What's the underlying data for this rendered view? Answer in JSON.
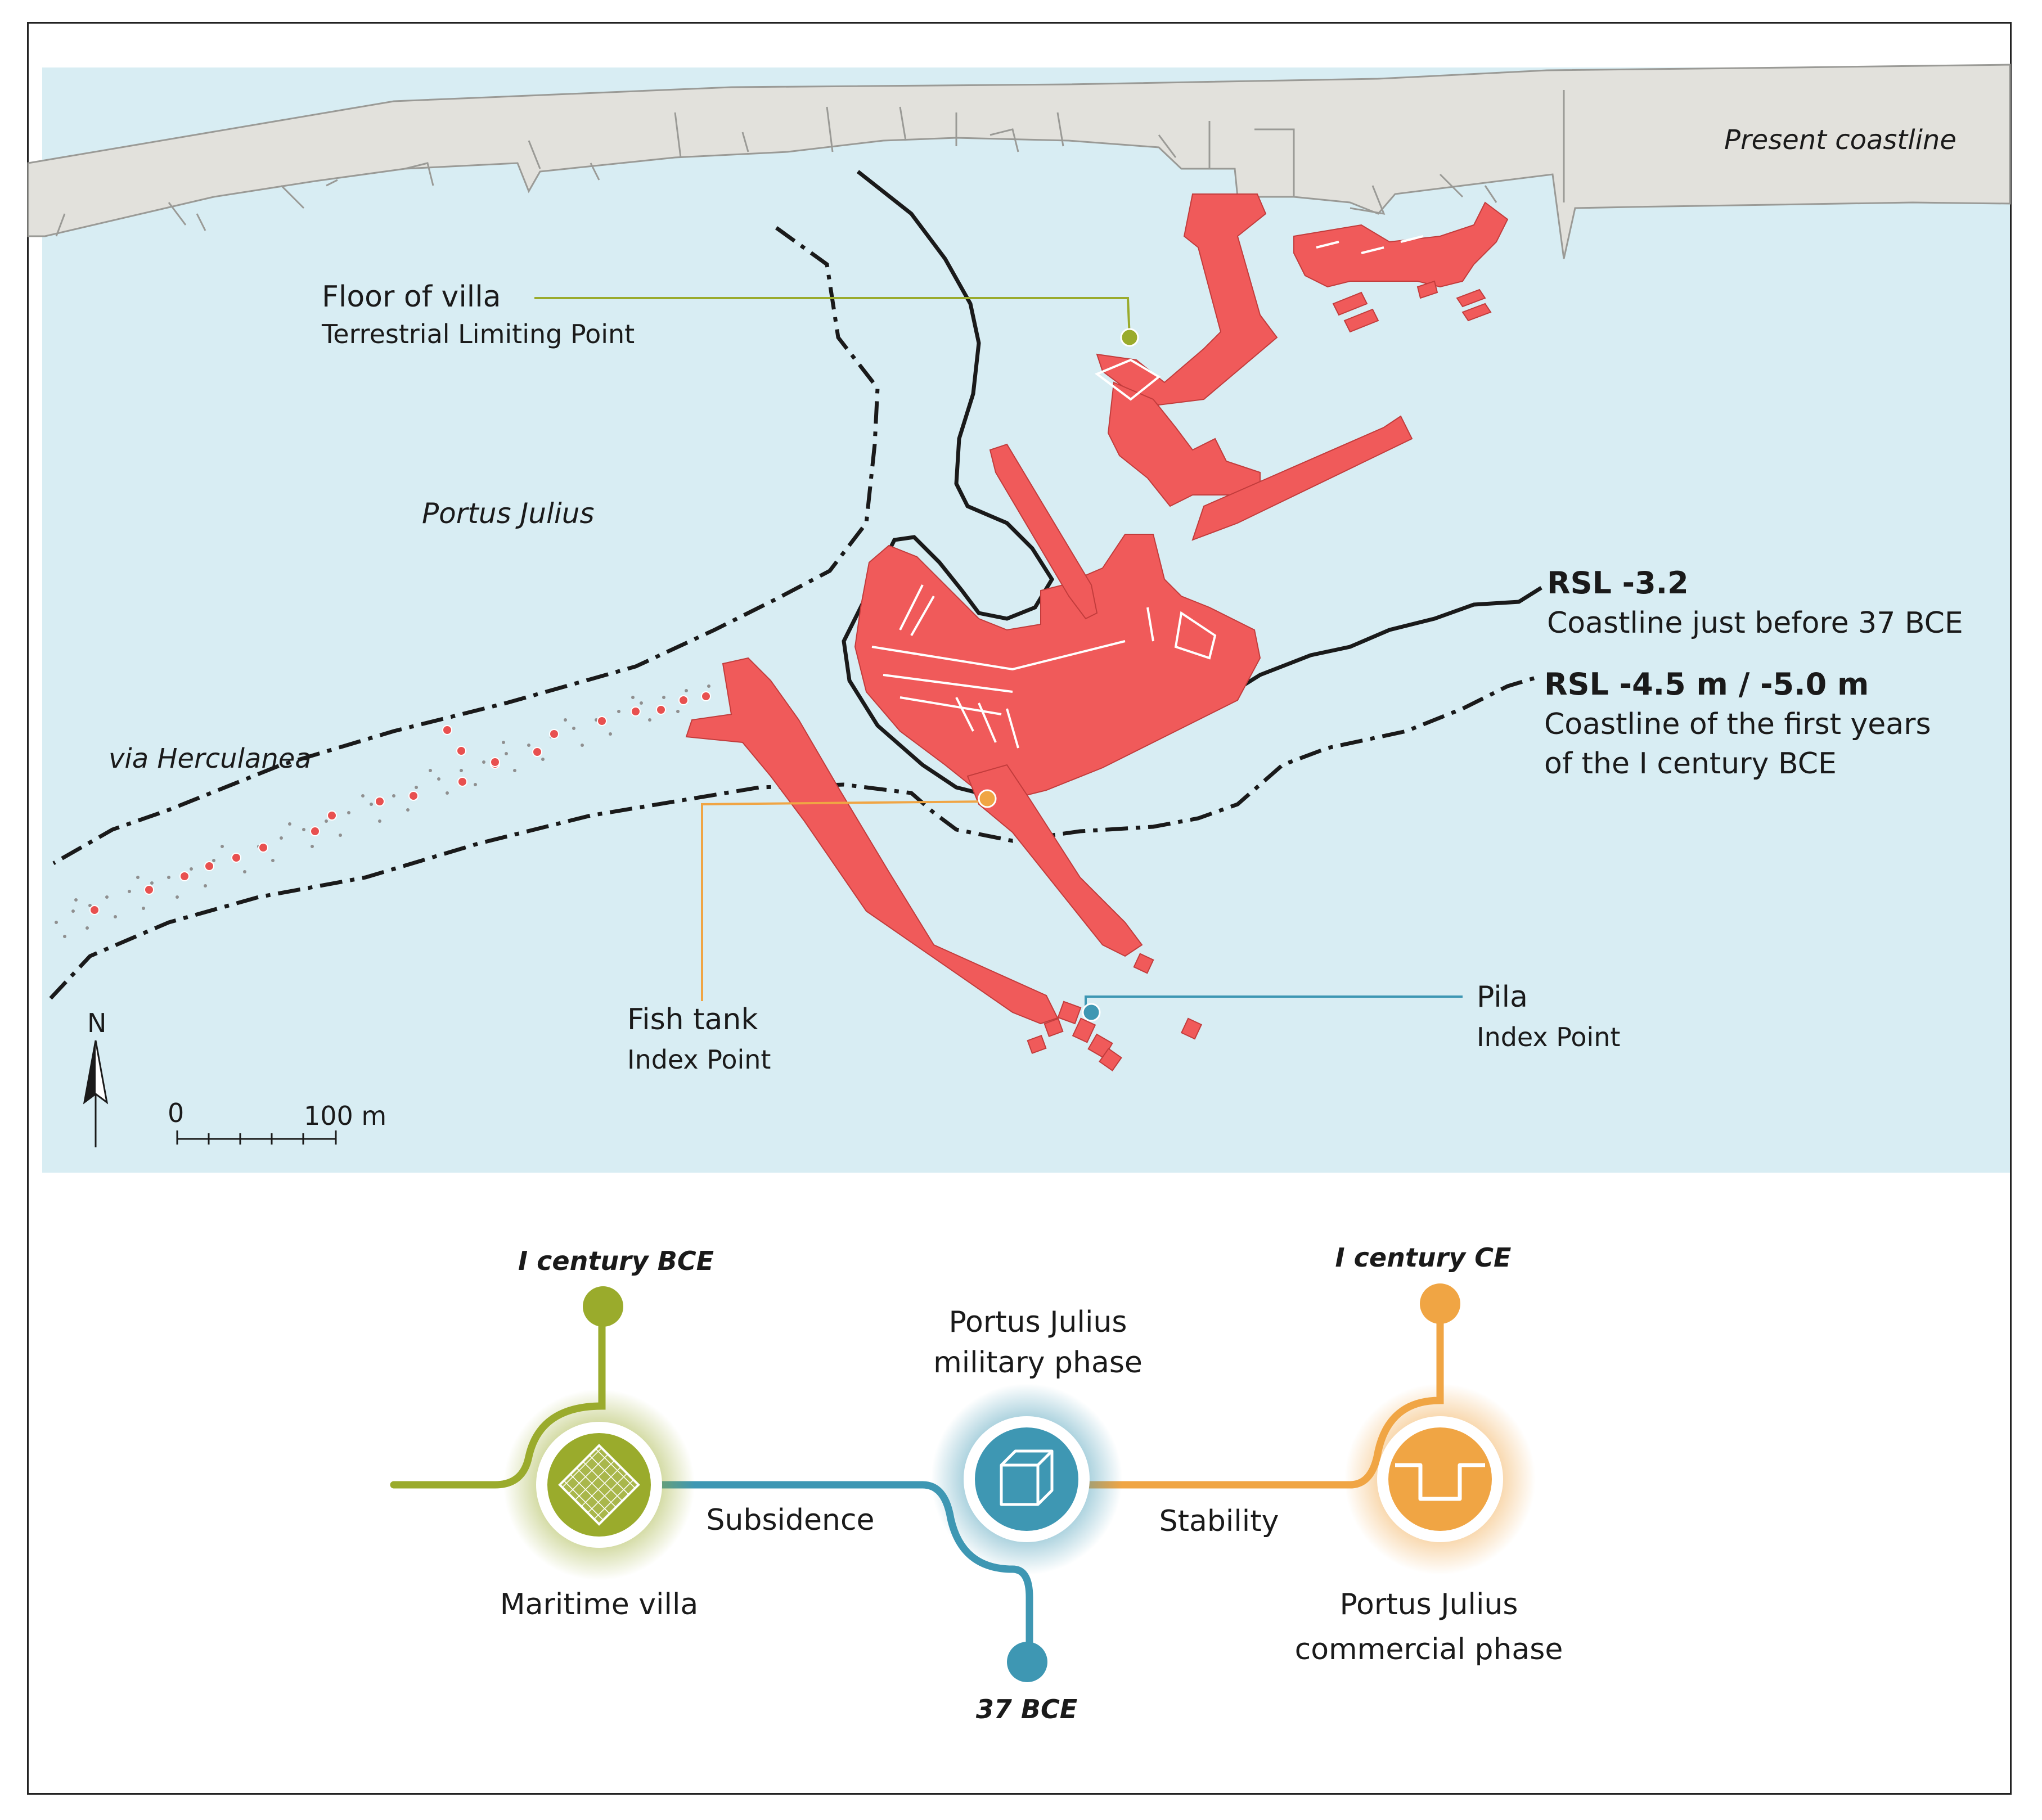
{
  "map": {
    "present_coastline": "Present coastline",
    "portus_julius": "Portus Julius",
    "via_herculanea": "via Herculanea",
    "north_label": "N",
    "scale_zero": "0",
    "scale_end": "100 m",
    "floor_of_villa": {
      "title": "Floor of villa",
      "subtitle": "Terrestrial Limiting Point"
    },
    "fish_tank": {
      "title": "Fish tank",
      "subtitle": "Index Point"
    },
    "pila": {
      "title": "Pila",
      "subtitle": "Index Point"
    },
    "rsl_32": {
      "title": "RSL -3.2",
      "subtitle": "Coastline just before 37 BCE"
    },
    "rsl_45": {
      "title": "RSL -4.5 m / -5.0 m",
      "line1": "Coastline of the first years",
      "line2": "of the I century BCE"
    }
  },
  "timeline": {
    "date_1": "I century BCE",
    "date_2": "37 BCE",
    "date_3": "I century CE",
    "phase_1": "Maritime villa",
    "phase_2": {
      "line1": "Portus Julius",
      "line2": "military phase"
    },
    "phase_3": {
      "line1": "Portus Julius",
      "line2": "commercial phase"
    },
    "transition_1": "Subsidence",
    "transition_2": "Stability",
    "icons": [
      "villa-grid-icon",
      "cube-icon",
      "basin-icon"
    ]
  },
  "colors": {
    "sea": "#d8edf3",
    "land": "#e2e1dc",
    "ruins": "#f05a5a",
    "green": "#9aab2c",
    "blue": "#3e97b3",
    "orange": "#f0a544"
  }
}
